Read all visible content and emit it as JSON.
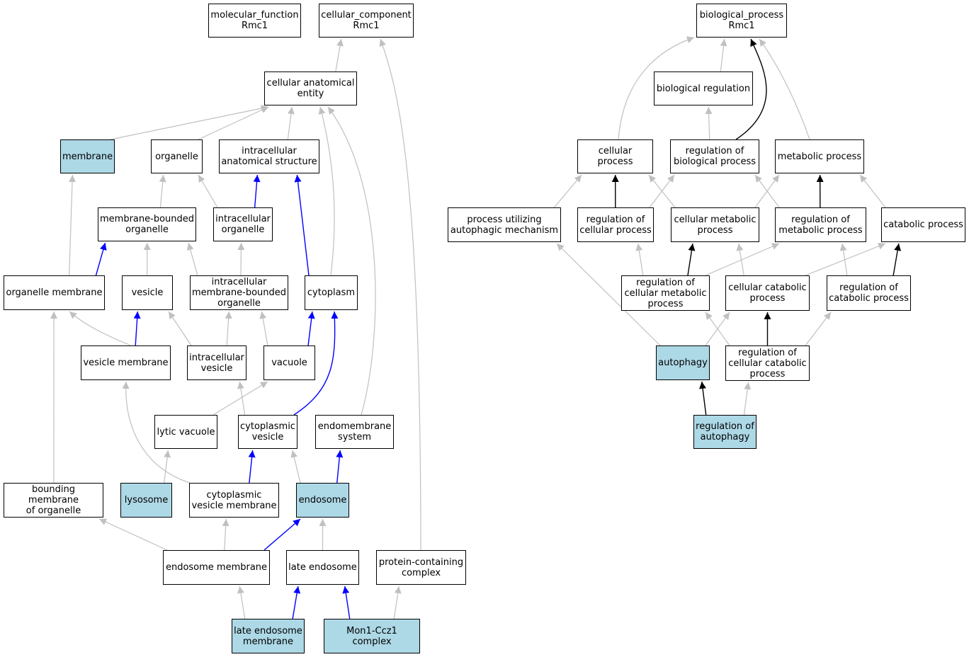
{
  "colors": {
    "node_fill": "#ffffff",
    "highlight_fill": "#add8e6",
    "edge_gray": "#c0c0c0",
    "edge_blue": "#0000ff",
    "edge_black": "#000000"
  },
  "nodes": [
    {
      "id": "molecular_function",
      "label": "molecular_function\nRmc1",
      "highlighted": false
    },
    {
      "id": "cellular_component",
      "label": "cellular_component\nRmc1",
      "highlighted": false
    },
    {
      "id": "cellular_anatomical_entity",
      "label": "cellular anatomical\nentity",
      "highlighted": false
    },
    {
      "id": "membrane",
      "label": "membrane",
      "highlighted": true
    },
    {
      "id": "organelle",
      "label": "organelle",
      "highlighted": false
    },
    {
      "id": "intracellular_anatomical_structure",
      "label": "intracellular\nanatomical structure",
      "highlighted": false
    },
    {
      "id": "membrane_bounded_organelle",
      "label": "membrane-bounded\norganelle",
      "highlighted": false
    },
    {
      "id": "intracellular_organelle",
      "label": "intracellular\norganelle",
      "highlighted": false
    },
    {
      "id": "organelle_membrane",
      "label": "organelle membrane",
      "highlighted": false
    },
    {
      "id": "vesicle",
      "label": "vesicle",
      "highlighted": false
    },
    {
      "id": "intracellular_membrane_bounded_organelle",
      "label": "intracellular\nmembrane-bounded\norganelle",
      "highlighted": false
    },
    {
      "id": "cytoplasm",
      "label": "cytoplasm",
      "highlighted": false
    },
    {
      "id": "vesicle_membrane",
      "label": "vesicle membrane",
      "highlighted": false
    },
    {
      "id": "intracellular_vesicle",
      "label": "intracellular\nvesicle",
      "highlighted": false
    },
    {
      "id": "vacuole",
      "label": "vacuole",
      "highlighted": false
    },
    {
      "id": "lytic_vacuole",
      "label": "lytic vacuole",
      "highlighted": false
    },
    {
      "id": "cytoplasmic_vesicle",
      "label": "cytoplasmic\nvesicle",
      "highlighted": false
    },
    {
      "id": "endomembrane_system",
      "label": "endomembrane\nsystem",
      "highlighted": false
    },
    {
      "id": "bounding_membrane_of_organelle",
      "label": "bounding membrane\nof organelle",
      "highlighted": false
    },
    {
      "id": "lysosome",
      "label": "lysosome",
      "highlighted": true
    },
    {
      "id": "cytoplasmic_vesicle_membrane",
      "label": "cytoplasmic\nvesicle membrane",
      "highlighted": false
    },
    {
      "id": "endosome",
      "label": "endosome",
      "highlighted": true
    },
    {
      "id": "endosome_membrane",
      "label": "endosome membrane",
      "highlighted": false
    },
    {
      "id": "late_endosome",
      "label": "late endosome",
      "highlighted": false
    },
    {
      "id": "protein_containing_complex",
      "label": "protein-containing\ncomplex",
      "highlighted": false
    },
    {
      "id": "late_endosome_membrane",
      "label": "late endosome\nmembrane",
      "highlighted": true
    },
    {
      "id": "mon1_ccz1_complex",
      "label": "Mon1-Ccz1 complex",
      "highlighted": true
    },
    {
      "id": "biological_process",
      "label": "biological_process\nRmc1",
      "highlighted": false
    },
    {
      "id": "biological_regulation",
      "label": "biological regulation",
      "highlighted": false
    },
    {
      "id": "cellular_process",
      "label": "cellular process",
      "highlighted": false
    },
    {
      "id": "regulation_of_biological_process",
      "label": "regulation of\nbiological process",
      "highlighted": false
    },
    {
      "id": "metabolic_process",
      "label": "metabolic process",
      "highlighted": false
    },
    {
      "id": "process_utilizing_autophagic_mechanism",
      "label": "process utilizing\nautophagic mechanism",
      "highlighted": false
    },
    {
      "id": "regulation_of_cellular_process",
      "label": "regulation of\ncellular process",
      "highlighted": false
    },
    {
      "id": "cellular_metabolic_process",
      "label": "cellular metabolic\nprocess",
      "highlighted": false
    },
    {
      "id": "regulation_of_metabolic_process",
      "label": "regulation of\nmetabolic process",
      "highlighted": false
    },
    {
      "id": "catabolic_process",
      "label": "catabolic process",
      "highlighted": false
    },
    {
      "id": "regulation_of_cellular_metabolic_process",
      "label": "regulation of\ncellular metabolic\nprocess",
      "highlighted": false
    },
    {
      "id": "cellular_catabolic_process",
      "label": "cellular catabolic\nprocess",
      "highlighted": false
    },
    {
      "id": "regulation_of_catabolic_process",
      "label": "regulation of\ncatabolic process",
      "highlighted": false
    },
    {
      "id": "autophagy",
      "label": "autophagy",
      "highlighted": true
    },
    {
      "id": "regulation_of_cellular_catabolic_process",
      "label": "regulation of\ncellular catabolic\nprocess",
      "highlighted": false
    },
    {
      "id": "regulation_of_autophagy",
      "label": "regulation of\nautophagy",
      "highlighted": true
    }
  ],
  "edges": [
    {
      "from": "cellular_anatomical_entity",
      "to": "cellular_component",
      "color": "gray"
    },
    {
      "from": "protein_containing_complex",
      "to": "cellular_component",
      "color": "gray"
    },
    {
      "from": "membrane",
      "to": "cellular_anatomical_entity",
      "color": "gray"
    },
    {
      "from": "organelle",
      "to": "cellular_anatomical_entity",
      "color": "gray"
    },
    {
      "from": "intracellular_anatomical_structure",
      "to": "cellular_anatomical_entity",
      "color": "gray"
    },
    {
      "from": "cytoplasm",
      "to": "cellular_anatomical_entity",
      "color": "gray"
    },
    {
      "from": "endomembrane_system",
      "to": "cellular_anatomical_entity",
      "color": "gray"
    },
    {
      "from": "membrane_bounded_organelle",
      "to": "organelle",
      "color": "gray"
    },
    {
      "from": "intracellular_organelle",
      "to": "organelle",
      "color": "gray"
    },
    {
      "from": "intracellular_organelle",
      "to": "intracellular_anatomical_structure",
      "color": "blue"
    },
    {
      "from": "cytoplasm",
      "to": "intracellular_anatomical_structure",
      "color": "blue"
    },
    {
      "from": "organelle_membrane",
      "to": "membrane",
      "color": "gray"
    },
    {
      "from": "organelle_membrane",
      "to": "membrane_bounded_organelle",
      "color": "blue"
    },
    {
      "from": "vesicle",
      "to": "membrane_bounded_organelle",
      "color": "gray"
    },
    {
      "from": "intracellular_membrane_bounded_organelle",
      "to": "membrane_bounded_organelle",
      "color": "gray"
    },
    {
      "from": "intracellular_membrane_bounded_organelle",
      "to": "intracellular_organelle",
      "color": "gray"
    },
    {
      "from": "vesicle_membrane",
      "to": "organelle_membrane",
      "color": "gray"
    },
    {
      "from": "vesicle_membrane",
      "to": "vesicle",
      "color": "blue"
    },
    {
      "from": "intracellular_vesicle",
      "to": "vesicle",
      "color": "gray"
    },
    {
      "from": "intracellular_vesicle",
      "to": "intracellular_membrane_bounded_organelle",
      "color": "gray"
    },
    {
      "from": "vacuole",
      "to": "intracellular_membrane_bounded_organelle",
      "color": "gray"
    },
    {
      "from": "vacuole",
      "to": "cytoplasm",
      "color": "blue"
    },
    {
      "from": "cytoplasmic_vesicle",
      "to": "cytoplasm",
      "color": "blue"
    },
    {
      "from": "lytic_vacuole",
      "to": "vacuole",
      "color": "gray"
    },
    {
      "from": "cytoplasmic_vesicle",
      "to": "intracellular_vesicle",
      "color": "gray"
    },
    {
      "from": "bounding_membrane_of_organelle",
      "to": "organelle_membrane",
      "color": "gray"
    },
    {
      "from": "lysosome",
      "to": "lytic_vacuole",
      "color": "gray"
    },
    {
      "from": "cytoplasmic_vesicle_membrane",
      "to": "vesicle_membrane",
      "color": "gray"
    },
    {
      "from": "cytoplasmic_vesicle_membrane",
      "to": "cytoplasmic_vesicle",
      "color": "blue"
    },
    {
      "from": "endosome",
      "to": "cytoplasmic_vesicle",
      "color": "gray"
    },
    {
      "from": "endosome",
      "to": "endomembrane_system",
      "color": "blue"
    },
    {
      "from": "endosome_membrane",
      "to": "bounding_membrane_of_organelle",
      "color": "gray"
    },
    {
      "from": "endosome_membrane",
      "to": "cytoplasmic_vesicle_membrane",
      "color": "gray"
    },
    {
      "from": "endosome_membrane",
      "to": "endosome",
      "color": "blue"
    },
    {
      "from": "late_endosome",
      "to": "endosome",
      "color": "gray"
    },
    {
      "from": "late_endosome_membrane",
      "to": "endosome_membrane",
      "color": "gray"
    },
    {
      "from": "late_endosome_membrane",
      "to": "late_endosome",
      "color": "blue"
    },
    {
      "from": "mon1_ccz1_complex",
      "to": "late_endosome",
      "color": "blue"
    },
    {
      "from": "mon1_ccz1_complex",
      "to": "protein_containing_complex",
      "color": "gray"
    },
    {
      "from": "biological_regulation",
      "to": "biological_process",
      "color": "gray"
    },
    {
      "from": "cellular_process",
      "to": "biological_process",
      "color": "gray"
    },
    {
      "from": "regulation_of_biological_process",
      "to": "biological_process",
      "color": "black"
    },
    {
      "from": "metabolic_process",
      "to": "biological_process",
      "color": "gray"
    },
    {
      "from": "regulation_of_biological_process",
      "to": "biological_regulation",
      "color": "gray"
    },
    {
      "from": "process_utilizing_autophagic_mechanism",
      "to": "cellular_process",
      "color": "gray"
    },
    {
      "from": "regulation_of_cellular_process",
      "to": "cellular_process",
      "color": "black"
    },
    {
      "from": "regulation_of_cellular_process",
      "to": "regulation_of_biological_process",
      "color": "gray"
    },
    {
      "from": "cellular_metabolic_process",
      "to": "cellular_process",
      "color": "gray"
    },
    {
      "from": "cellular_metabolic_process",
      "to": "metabolic_process",
      "color": "gray"
    },
    {
      "from": "regulation_of_metabolic_process",
      "to": "regulation_of_biological_process",
      "color": "gray"
    },
    {
      "from": "regulation_of_metabolic_process",
      "to": "metabolic_process",
      "color": "black"
    },
    {
      "from": "catabolic_process",
      "to": "metabolic_process",
      "color": "gray"
    },
    {
      "from": "regulation_of_cellular_metabolic_process",
      "to": "regulation_of_cellular_process",
      "color": "gray"
    },
    {
      "from": "regulation_of_cellular_metabolic_process",
      "to": "cellular_metabolic_process",
      "color": "black"
    },
    {
      "from": "regulation_of_cellular_metabolic_process",
      "to": "regulation_of_metabolic_process",
      "color": "gray"
    },
    {
      "from": "cellular_catabolic_process",
      "to": "cellular_metabolic_process",
      "color": "gray"
    },
    {
      "from": "cellular_catabolic_process",
      "to": "catabolic_process",
      "color": "gray"
    },
    {
      "from": "regulation_of_catabolic_process",
      "to": "regulation_of_metabolic_process",
      "color": "gray"
    },
    {
      "from": "regulation_of_catabolic_process",
      "to": "catabolic_process",
      "color": "black"
    },
    {
      "from": "autophagy",
      "to": "process_utilizing_autophagic_mechanism",
      "color": "gray"
    },
    {
      "from": "autophagy",
      "to": "cellular_catabolic_process",
      "color": "gray"
    },
    {
      "from": "regulation_of_cellular_catabolic_process",
      "to": "regulation_of_cellular_metabolic_process",
      "color": "gray"
    },
    {
      "from": "regulation_of_cellular_catabolic_process",
      "to": "cellular_catabolic_process",
      "color": "black"
    },
    {
      "from": "regulation_of_cellular_catabolic_process",
      "to": "regulation_of_catabolic_process",
      "color": "gray"
    },
    {
      "from": "regulation_of_autophagy",
      "to": "autophagy",
      "color": "black"
    },
    {
      "from": "regulation_of_autophagy",
      "to": "regulation_of_cellular_catabolic_process",
      "color": "gray"
    }
  ]
}
